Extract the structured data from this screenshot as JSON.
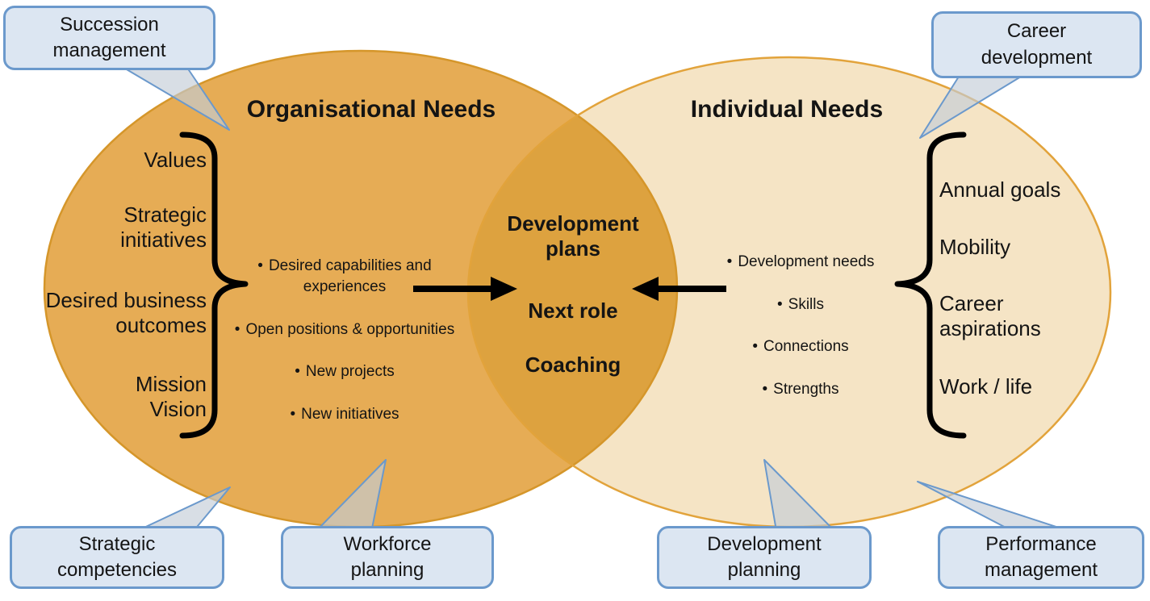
{
  "diagram_title": "Organisational vs Individual Needs venn diagram",
  "colors": {
    "left_ellipse_fill": "#e6ac55",
    "left_ellipse_stroke": "#d5962a",
    "overlap_fill": "#dda23f",
    "right_ellipse_fill": "#f5e4c5",
    "right_ellipse_stroke": "#e2a33b",
    "callout_fill": "#dce6f2",
    "callout_border": "#6b99cc",
    "text": "#141414",
    "connector_black": "#000000"
  },
  "left_circle": {
    "title": "Organisational Needs",
    "brace_items": [
      "Values",
      "Strategic\ninitiatives",
      "Desired business\noutcomes",
      "Mission\nVision"
    ],
    "bullet_char": "•",
    "bullets": [
      "Desired capabilities and experiences",
      "Open positions & opportunities",
      "New projects",
      "New initiatives"
    ]
  },
  "right_circle": {
    "title": "Individual Needs",
    "bullet_char": "•",
    "bullets": [
      "Development needs",
      "Skills",
      "Connections",
      "Strengths"
    ],
    "brace_items": [
      "Annual goals",
      "Mobility",
      "Career\naspirations",
      "Work / life"
    ]
  },
  "overlap": {
    "items": [
      "Development\nplans",
      "Next role",
      "Coaching"
    ]
  },
  "callouts": {
    "succession": "Succession\nmanagement",
    "career": "Career\ndevelopment",
    "strategic": "Strategic\ncompetencies",
    "workforce": "Workforce\nplanning",
    "development": "Development\nplanning",
    "performance": "Performance\nmanagement"
  }
}
